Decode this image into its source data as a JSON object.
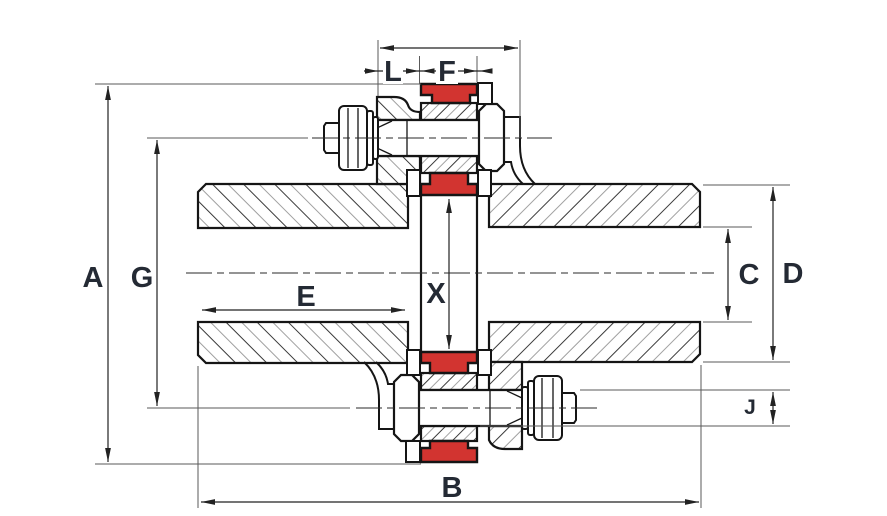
{
  "labels": {
    "a": "A",
    "g": "G",
    "e": "E",
    "x": "X",
    "b": "B",
    "c": "C",
    "d": "D",
    "j": "J",
    "l": "L",
    "f": "F"
  },
  "colors": {
    "elastomer_red": "#d23430",
    "line": "#151515",
    "label_text": "#242a34",
    "extension_line": "#5a5a5a",
    "hatch_dark": "#3a3a3a",
    "hatch_light": "#a0a0a0",
    "background": "#ffffff"
  }
}
